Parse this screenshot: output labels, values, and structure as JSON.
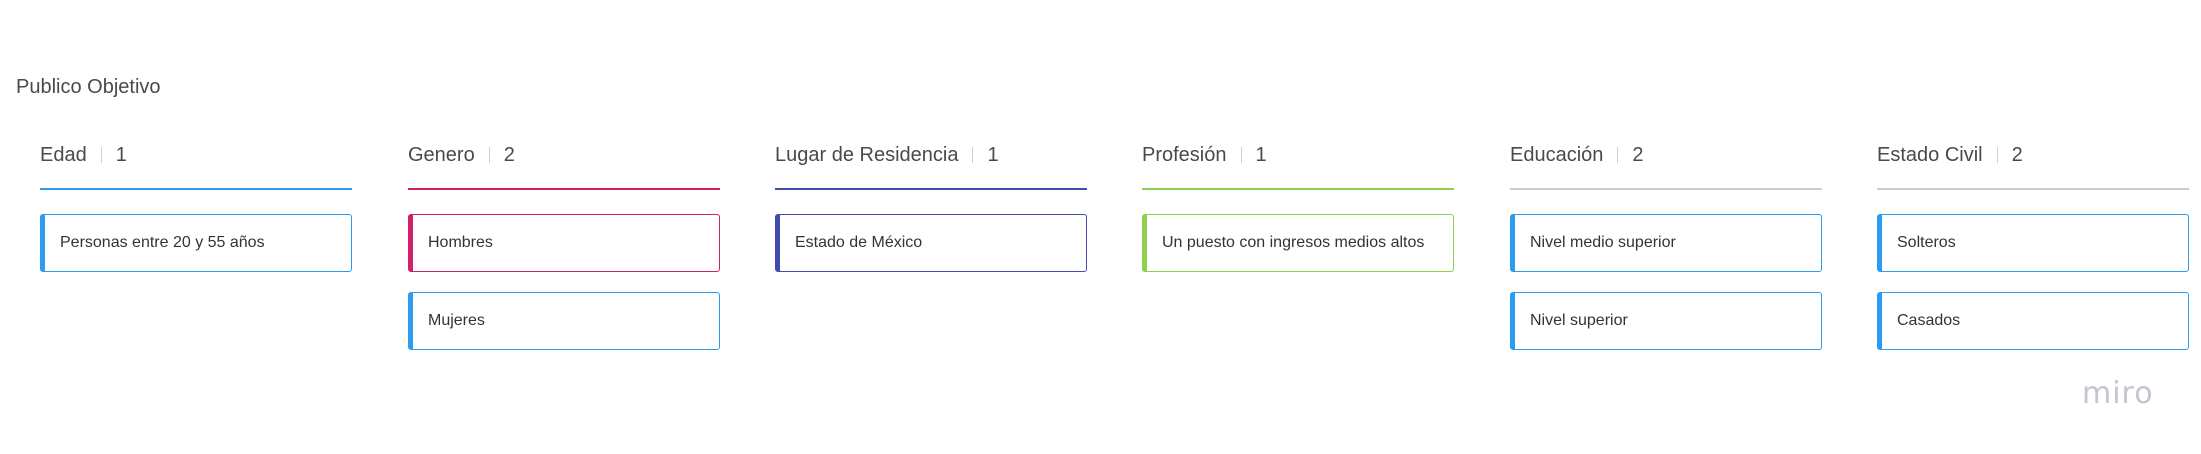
{
  "board": {
    "title": "Publico Objetivo"
  },
  "columns": [
    {
      "title": "Edad",
      "count": "1",
      "color": "#2d9bf0",
      "cards": [
        {
          "label": "Personas entre 20 y 55 años",
          "color": "#2d9bf0"
        }
      ]
    },
    {
      "title": "Genero",
      "count": "2",
      "color": "#d11f69",
      "cards": [
        {
          "label": "Hombres",
          "color": "#d11f69"
        },
        {
          "label": "Mujeres",
          "color": "#2d9bf0"
        }
      ]
    },
    {
      "title": "Lugar de Residencia",
      "count": "1",
      "color": "#414bb2",
      "cards": [
        {
          "label": "Estado de México",
          "color": "#414bb2"
        }
      ]
    },
    {
      "title": "Profesión",
      "count": "1",
      "color": "#8fd14f",
      "cards": [
        {
          "label": "Un puesto con ingresos medios altos",
          "color": "#8fd14f"
        }
      ]
    },
    {
      "title": "Educación",
      "count": "2",
      "color": "#cccccc",
      "cards": [
        {
          "label": "Nivel medio superior",
          "color": "#2d9bf0"
        },
        {
          "label": "Nivel superior",
          "color": "#2d9bf0"
        }
      ]
    },
    {
      "title": "Estado Civil",
      "count": "2",
      "color": "#cccccc",
      "cards": [
        {
          "label": "Solteros",
          "color": "#2d9bf0"
        },
        {
          "label": "Casados",
          "color": "#2d9bf0"
        }
      ]
    }
  ],
  "branding": {
    "logo_text": "miro"
  }
}
